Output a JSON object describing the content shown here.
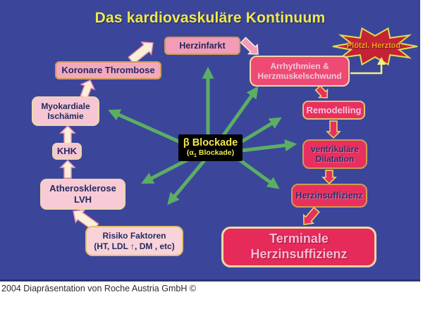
{
  "title": "Das kardiovaskuläre Kontinuum",
  "footer": "2004 Diapräsentation von Roche Austria GmbH ©",
  "center_box": {
    "line1": "β Blockade",
    "alpha_pre": "(α",
    "alpha_sub": "1",
    "alpha_post": " Blockade)"
  },
  "starburst": {
    "label": "Plötzl. Herztod"
  },
  "nodes": {
    "herzinfarkt": {
      "label": "Herzinfarkt"
    },
    "koronare_thrombose": {
      "label": "Koronare Thrombose"
    },
    "myokardiale_ischaemie": {
      "line1": "Myokardiale",
      "line2": "Ischämie"
    },
    "khk": {
      "label": "KHK"
    },
    "atherosklerose_lvh": {
      "line1": "Atherosklerose",
      "line2": "LVH"
    },
    "risiko_faktoren": {
      "line1": "Risiko Faktoren",
      "line2": "(HT, LDL ↑, DM , etc)"
    },
    "arrhythmien": {
      "line1": "Arrhythmien &",
      "line2": "Herzmuskelschwund"
    },
    "remodelling": {
      "label": "Remodelling"
    },
    "ventrikulaere_dilatation": {
      "line1": "ventrikuläre",
      "line2": "Dilatation"
    },
    "herzinsuffizienz": {
      "label": "Herzinsuffizienz"
    },
    "terminale_herzinsuffizienz": {
      "line1": "Terminale",
      "line2": "Herzinsuffizienz"
    }
  },
  "colors": {
    "slide_background": "#3b469b",
    "title_yellow": "#efe94f",
    "green_arrow": "#5cae63",
    "light_pink_box": "#f6c6d4",
    "deep_pink_box": "#f29cb6",
    "crimson_box": "#e8305f",
    "box_border_tan": "#cf9b52",
    "box_border_cream": "#edd7ac",
    "starburst_red": "#c52233",
    "starburst_outline": "#dde04d",
    "starburst_text": "#f0a028",
    "center_box_bg": "#000000",
    "center_box_text": "#f0e94e",
    "connector_yellow": "#f3ef79"
  }
}
